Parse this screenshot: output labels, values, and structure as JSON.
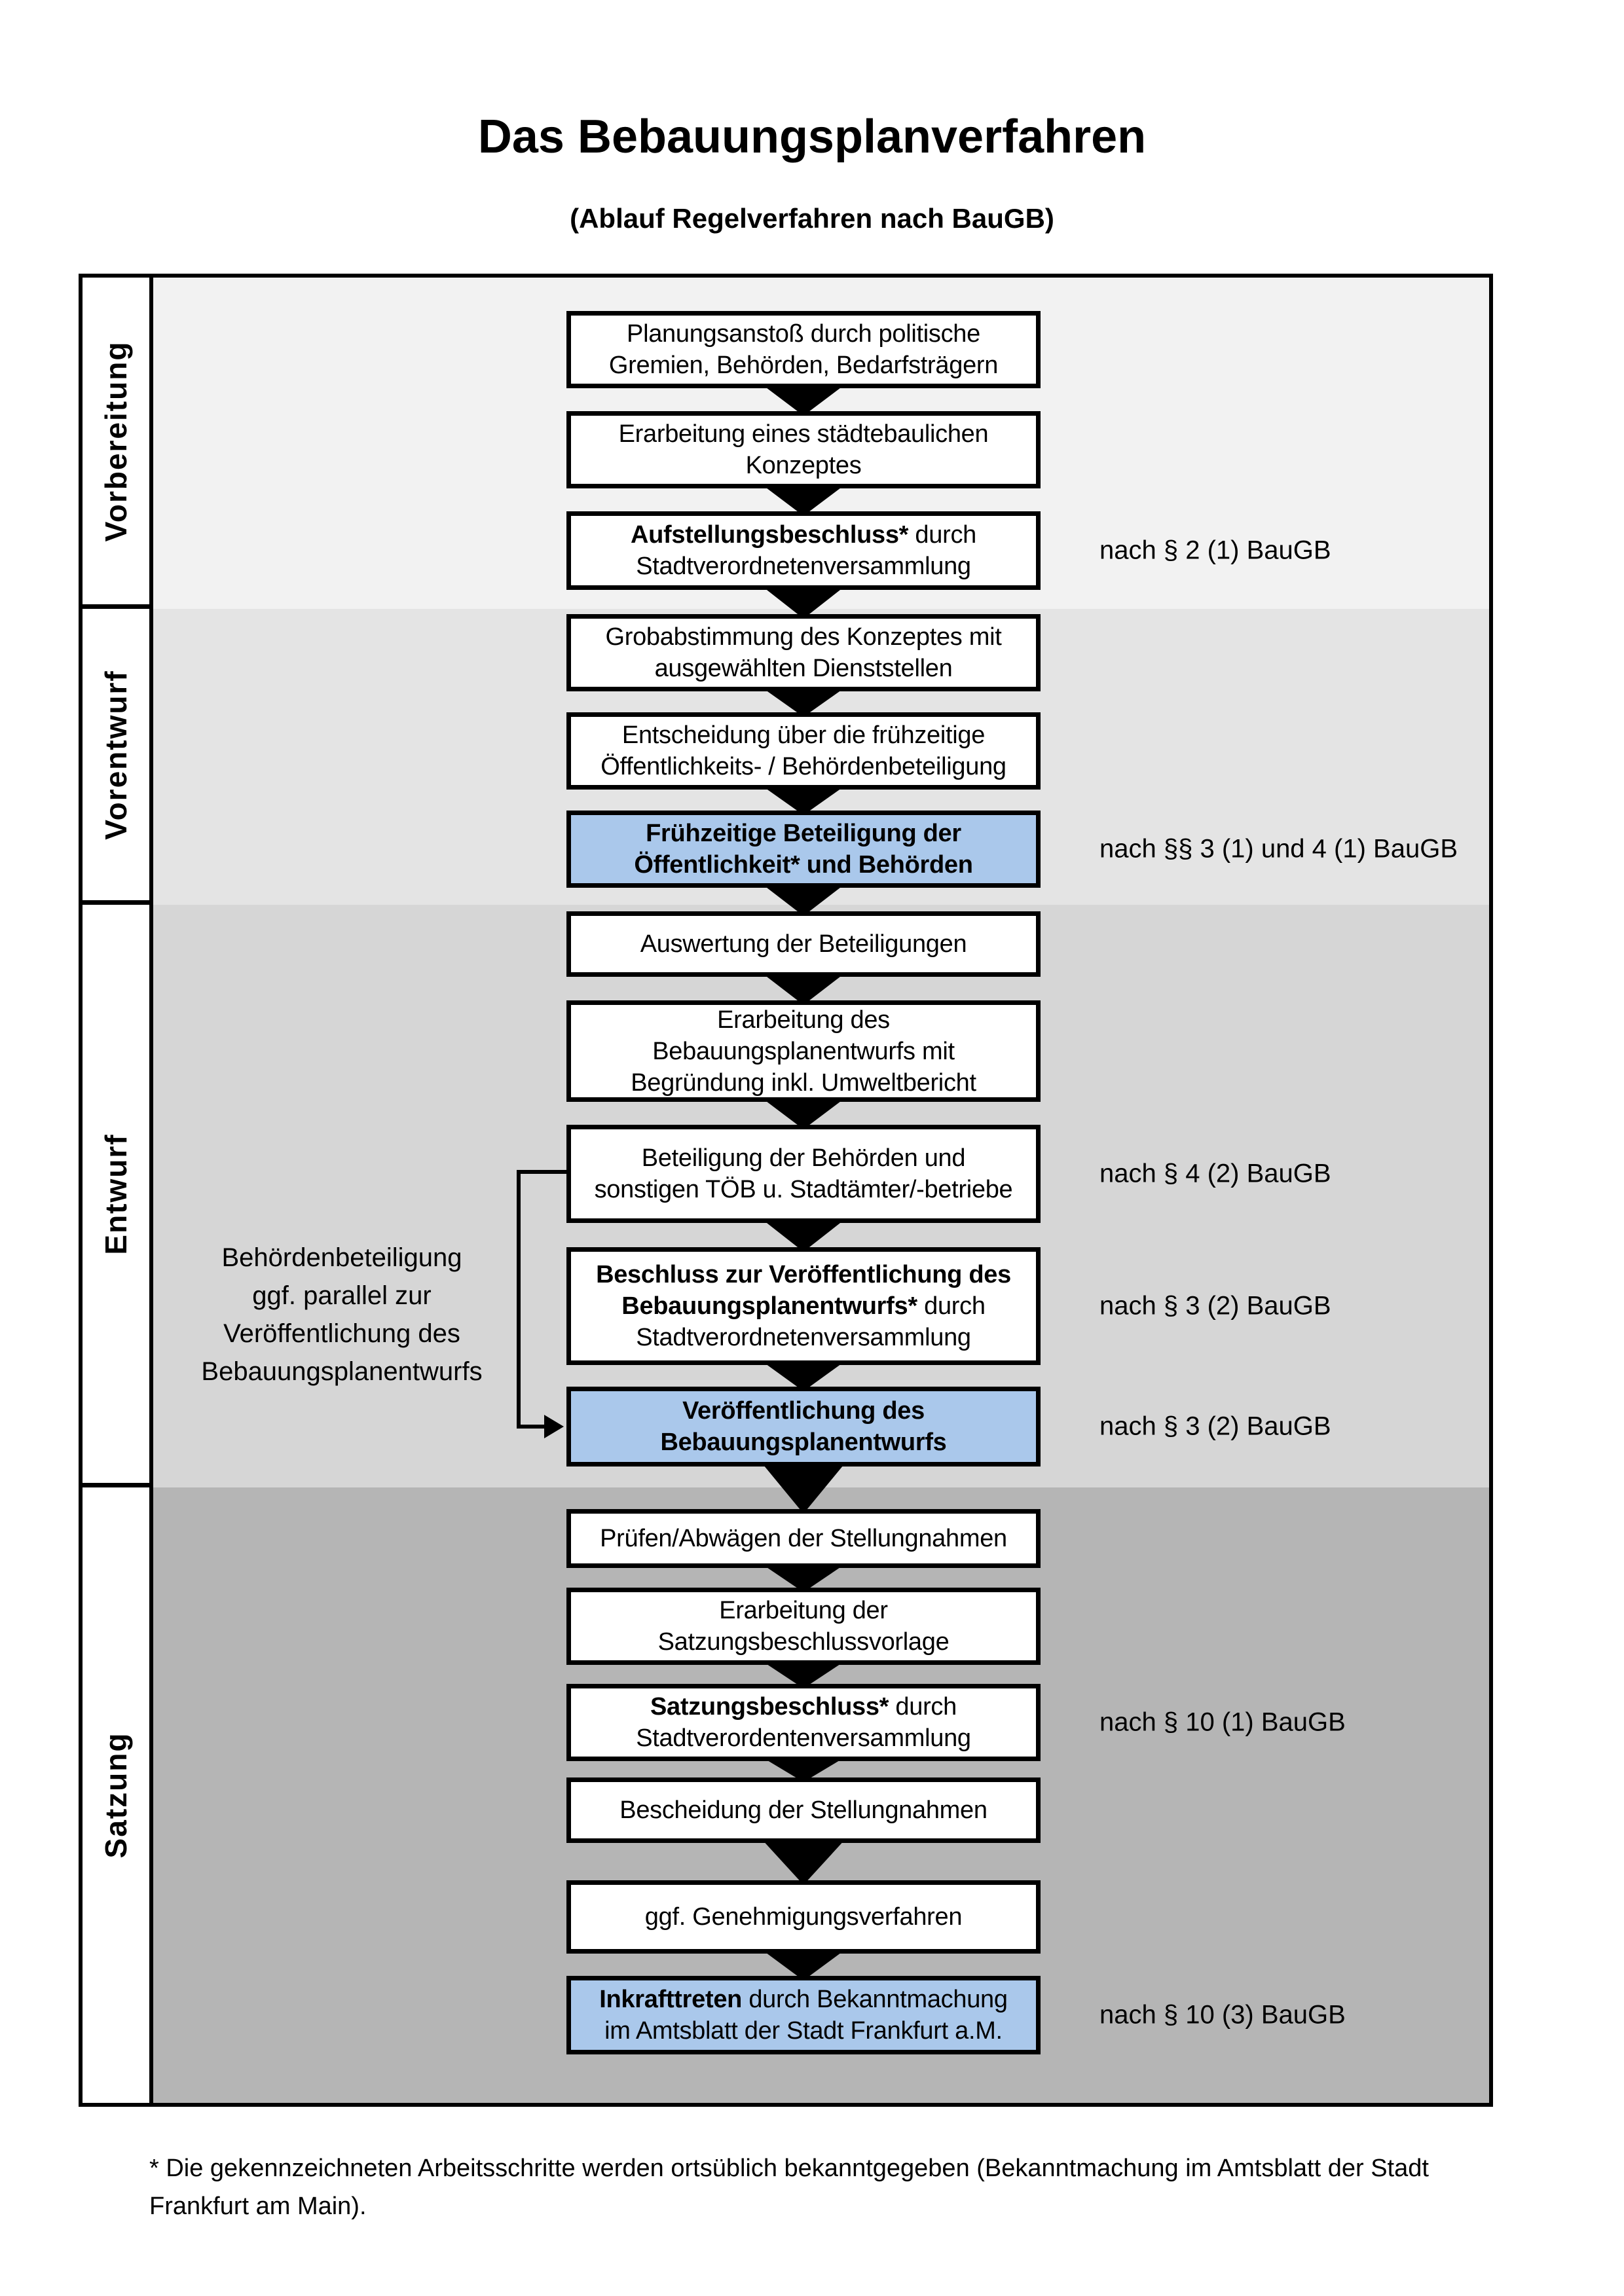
{
  "title": "Das Bebauungsplanverfahren",
  "subtitle": "(Ablauf Regelverfahren nach BauGB)",
  "colors": {
    "highlight": "#AAC8EB",
    "frame_border": "#000000",
    "box_border": "#000000"
  },
  "sections": [
    {
      "label": "Vorbereitung",
      "bg": "#F2F2F2"
    },
    {
      "label": "Vorentwurf",
      "bg": "#E4E4E4"
    },
    {
      "label": "Entwurf",
      "bg": "#D6D6D6"
    },
    {
      "label": "Satzung",
      "bg": "#B5B5B5"
    }
  ],
  "boxes": [
    {
      "highlight": false,
      "lines": [
        [
          {
            "t": "Planungsanstoß durch politische",
            "b": false
          }
        ],
        [
          {
            "t": "Gremien, Behörden, Bedarfsträgern",
            "b": false
          }
        ]
      ]
    },
    {
      "highlight": false,
      "lines": [
        [
          {
            "t": "Erarbeitung eines städtebaulichen",
            "b": false
          }
        ],
        [
          {
            "t": "Konzeptes",
            "b": false
          }
        ]
      ]
    },
    {
      "highlight": false,
      "lines": [
        [
          {
            "t": "Aufstellungsbeschluss*",
            "b": true
          },
          {
            "t": " durch",
            "b": false
          }
        ],
        [
          {
            "t": "Stadtverordnetenversammlung",
            "b": false
          }
        ]
      ]
    },
    {
      "highlight": false,
      "lines": [
        [
          {
            "t": "Grobabstimmung des Konzeptes mit",
            "b": false
          }
        ],
        [
          {
            "t": "ausgewählten Dienststellen",
            "b": false
          }
        ]
      ]
    },
    {
      "highlight": false,
      "lines": [
        [
          {
            "t": "Entscheidung über die frühzeitige",
            "b": false
          }
        ],
        [
          {
            "t": "Öffentlichkeits- / Behördenbeteiligung",
            "b": false
          }
        ]
      ]
    },
    {
      "highlight": true,
      "lines": [
        [
          {
            "t": "Frühzeitige Beteiligung der",
            "b": true
          }
        ],
        [
          {
            "t": "Öffentlichkeit* und Behörden",
            "b": true
          }
        ]
      ]
    },
    {
      "highlight": false,
      "lines": [
        [
          {
            "t": "Auswertung der Beteiligungen",
            "b": false
          }
        ]
      ]
    },
    {
      "highlight": false,
      "lines": [
        [
          {
            "t": "Erarbeitung des",
            "b": false
          }
        ],
        [
          {
            "t": "Bebauungsplanentwurfs mit",
            "b": false
          }
        ],
        [
          {
            "t": "Begründung inkl. Umweltbericht",
            "b": false
          }
        ]
      ]
    },
    {
      "highlight": false,
      "lines": [
        [
          {
            "t": "Beteiligung der Behörden und",
            "b": false
          }
        ],
        [
          {
            "t": "sonstigen TÖB u. Stadtämter/-betriebe",
            "b": false
          }
        ]
      ]
    },
    {
      "highlight": false,
      "lines": [
        [
          {
            "t": "Beschluss zur Veröffentlichung des",
            "b": true
          }
        ],
        [
          {
            "t": "Bebauungsplanentwurfs*",
            "b": true
          },
          {
            "t": " durch",
            "b": false
          }
        ],
        [
          {
            "t": "Stadtverordnetenversammlung",
            "b": false
          }
        ]
      ]
    },
    {
      "highlight": true,
      "lines": [
        [
          {
            "t": "Veröffentlichung des",
            "b": true
          }
        ],
        [
          {
            "t": "Bebauungsplanentwurfs",
            "b": true
          }
        ]
      ]
    },
    {
      "highlight": false,
      "lines": [
        [
          {
            "t": "Prüfen/Abwägen der Stellungnahmen",
            "b": false
          }
        ]
      ]
    },
    {
      "highlight": false,
      "lines": [
        [
          {
            "t": "Erarbeitung der",
            "b": false
          }
        ],
        [
          {
            "t": "Satzungsbeschlussvorlage",
            "b": false
          }
        ]
      ]
    },
    {
      "highlight": false,
      "lines": [
        [
          {
            "t": "Satzungsbeschluss*",
            "b": true
          },
          {
            "t": " durch",
            "b": false
          }
        ],
        [
          {
            "t": "Stadtverordentenversammlung",
            "b": false
          }
        ]
      ]
    },
    {
      "highlight": false,
      "lines": [
        [
          {
            "t": "Bescheidung der Stellungnahmen",
            "b": false
          }
        ]
      ]
    },
    {
      "highlight": false,
      "lines": [
        [
          {
            "t": "ggf. Genehmigungsverfahren",
            "b": false
          }
        ]
      ]
    },
    {
      "highlight": true,
      "lines": [
        [
          {
            "t": "Inkrafttreten",
            "b": true
          },
          {
            "t": " durch Bekanntmachung",
            "b": false
          }
        ],
        [
          {
            "t": "im Amtsblatt der Stadt Frankfurt a.M.",
            "b": false
          }
        ]
      ]
    }
  ],
  "law_refs": [
    {
      "text": "nach § 2 (1) BauGB"
    },
    {
      "text": "nach §§ 3 (1) und 4 (1) BauGB"
    },
    {
      "text": "nach § 4 (2) BauGB"
    },
    {
      "text": "nach § 3 (2) BauGB"
    },
    {
      "text": "nach § 3 (2) BauGB"
    },
    {
      "text": "nach § 10 (1) BauGB"
    },
    {
      "text": "nach § 10 (3) BauGB"
    }
  ],
  "side_note": {
    "lines": [
      "Behördenbeteiligung",
      "ggf. parallel zur",
      "Veröffentlichung des",
      "Bebauungsplanentwurfs"
    ]
  },
  "footnote": {
    "line1": "* Die gekennzeichneten Arbeitsschritte werden ortsüblich bekanntgegeben (Bekanntmachung im Amtsblatt der Stadt",
    "line2": "Frankfurt am Main)."
  }
}
